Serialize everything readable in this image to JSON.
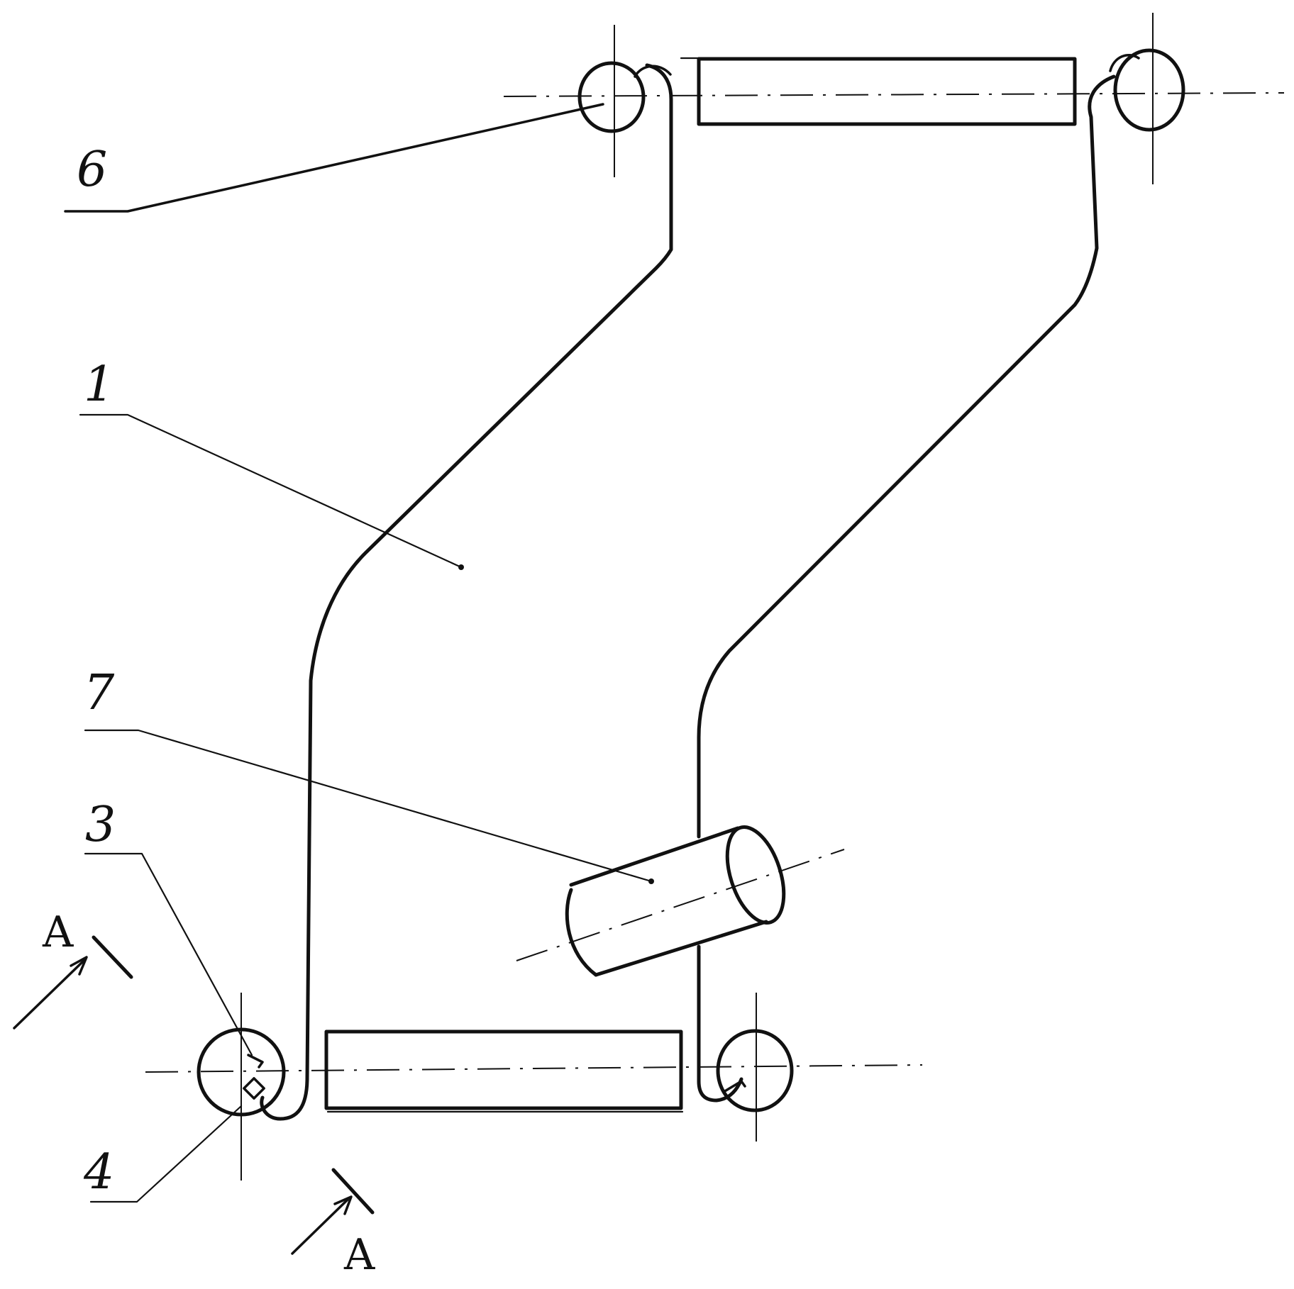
{
  "labels": {
    "part_6": "6",
    "part_1": "1",
    "part_7": "7",
    "part_3": "3",
    "part_4": "4",
    "section_top": "A",
    "section_bottom": "A"
  },
  "colors": {
    "ink": "#111111",
    "paper": "#ffffff"
  }
}
